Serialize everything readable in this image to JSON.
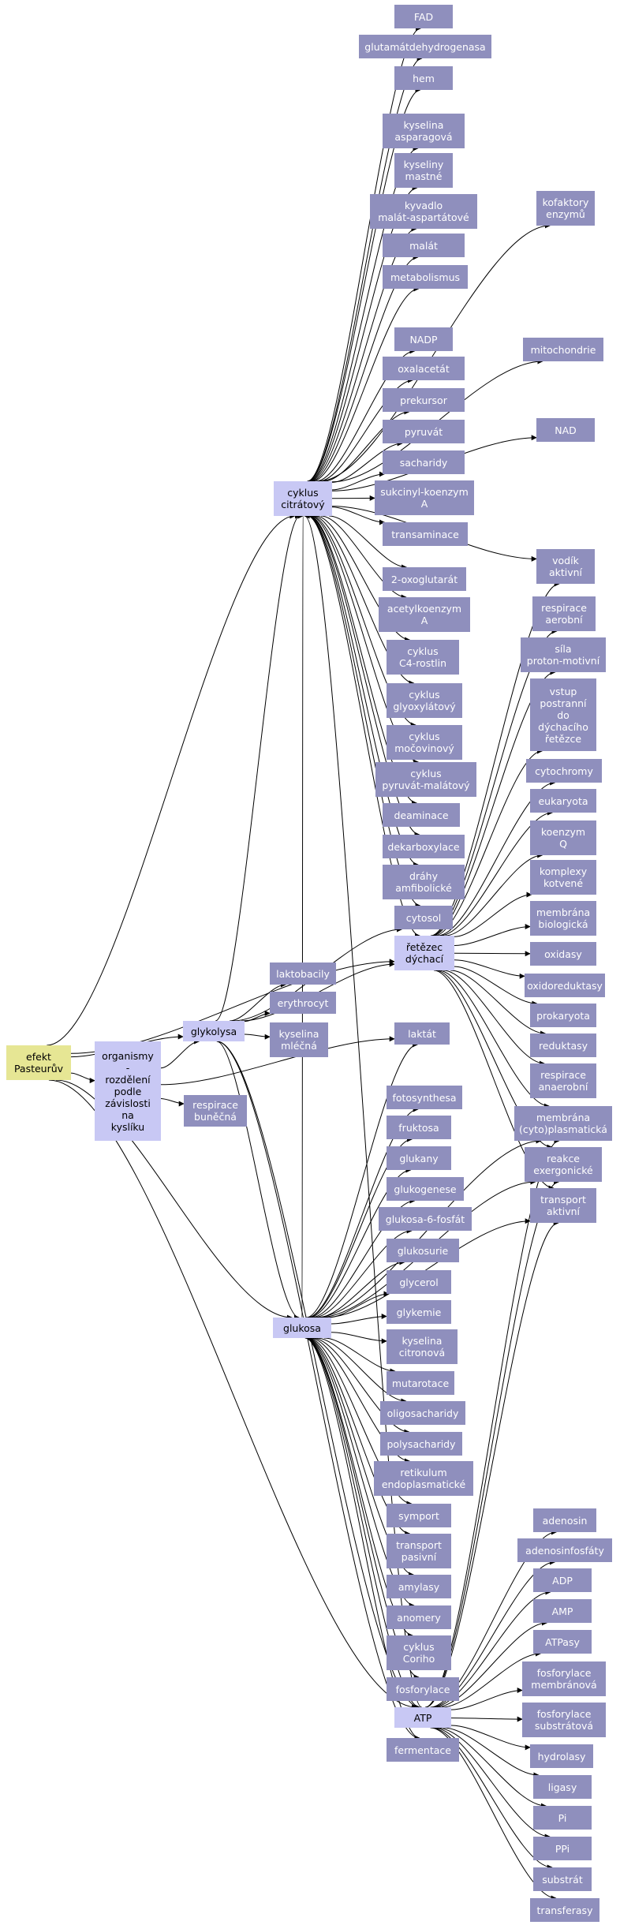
{
  "diagram": {
    "root": "efekt\nPasteurův",
    "hubs": {
      "cyklus": "cyklus\ncitrátový",
      "glykolysa": "glykolysa",
      "glukosa": "glukosa",
      "retezec": "řetězec\ndýchací",
      "atp": "ATP",
      "organismy": "organismy\n-\nrozdělení\npodle\nzávislosti\nna\nkyslíku"
    },
    "cyklus_children": [
      "FAD",
      "glutamátdehydrogenasa",
      "hem",
      "kyselina\nasparagová",
      "kyseliny\nmastné",
      "kyvadlo\nmalát-aspartátové",
      "malát",
      "metabolismus",
      "NADP",
      "oxalacetát",
      "prekursor",
      "pyruvát",
      "sacharidy",
      "sukcinyl-koenzym\nA",
      "transaminace",
      "2-oxoglutarát",
      "acetylkoenzym\nA",
      "cyklus\nC4-rostlin",
      "cyklus\nglyoxylátový",
      "cyklus\nmočovinový",
      "cyklus\npyruvát-malátový",
      "deaminace",
      "dekarboxylace",
      "dráhy\namfibolické",
      "cytosol"
    ],
    "right_column": [
      "kofaktory\nenzymů",
      "mitochondrie",
      "NAD",
      "vodík\naktivní",
      "respirace\naerobní",
      "síla\nproton-motivní",
      "vstup\npostranní\ndo\ndýchacího\nřetězce",
      "cytochromy",
      "eukaryota",
      "koenzym\nQ",
      "komplexy\nkotvené",
      "membrána\nbiologická",
      "oxidasy",
      "oxidoreduktasy",
      "prokaryota",
      "reduktasy",
      "respirace\nanaerobní",
      "membrána\n(cyto)plasmatická",
      "reakce\nexergonické",
      "transport\naktivní"
    ],
    "glykolysa_children": [
      "laktobacily",
      "erythrocyt",
      "kyselina\nmléčná"
    ],
    "respirace_bunecna": "respirace\nbuněčná",
    "laktat": "laktát",
    "glukosa_children": [
      "fotosynthesa",
      "fruktosa",
      "glukany",
      "glukogenese",
      "glukosa-6-fosfát",
      "glukosurie",
      "glycerol",
      "glykemie",
      "kyselina\ncitronová",
      "mutarotace",
      "oligosacharidy",
      "polysacharidy",
      "retikulum\nendoplasmatické",
      "symport",
      "transport\npasivní",
      "amylasy",
      "anomery",
      "cyklus\nCoriho",
      "fosforylace",
      "fermentace"
    ],
    "atp_children": [
      "adenosin",
      "adenosinfosfáty",
      "ADP",
      "AMP",
      "ATPasy",
      "fosforylace\nmembránová",
      "fosforylace\nsubstrátová",
      "hydrolasy",
      "ligasy",
      "Pi",
      "PPi",
      "substrát",
      "transferasy"
    ]
  },
  "colors": {
    "leaf": "#8f8fbd",
    "hub": "#c8c8f4",
    "root": "#e6e694",
    "edge": "#000000"
  }
}
